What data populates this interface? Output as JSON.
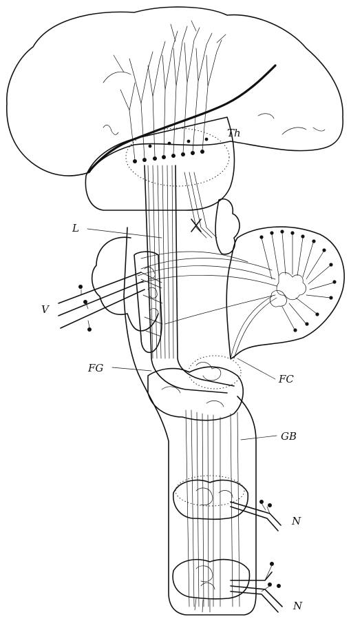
{
  "labels": {
    "th": "Th",
    "l": "L",
    "v": "V",
    "fg": "FG",
    "fc": "FC",
    "gb": "GB",
    "n_upper": "N",
    "n_lower": "N"
  }
}
